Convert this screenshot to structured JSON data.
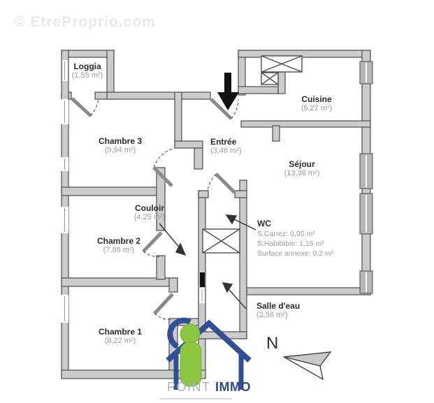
{
  "watermark": "© EtreProprio.com",
  "rooms": [
    {
      "name": "Loggia",
      "area": "(1,55 m²)"
    },
    {
      "name": "Chambre 3",
      "area": "(9,94 m²)"
    },
    {
      "name": "Entrée",
      "area": "(3,46 m²)"
    },
    {
      "name": "Cuisine",
      "area": "(5,27 m²)"
    },
    {
      "name": "Séjour",
      "area": "(13,36 m²)"
    },
    {
      "name": "Couloir",
      "area": "(4,25 m²)"
    },
    {
      "name": "Chambre 2",
      "area": "(7,86 m²)"
    },
    {
      "name": "Chambre 1",
      "area": "(8,22 m²)"
    },
    {
      "name": "Salle d'eau",
      "area": "(2,56 m²)"
    }
  ],
  "wc": {
    "name": "WC",
    "details": [
      "S.Carrez: 0,95 m²",
      "S.Habitable: 1,15 m²",
      "Surface annexe: 0,2 m²"
    ]
  },
  "compass": {
    "label": "N"
  },
  "logo": {
    "brand_light": "POINT",
    "brand_bold": "IMMO"
  },
  "colors": {
    "wall_fill": "#cbcbcb",
    "wall_stroke": "#4d4d4d",
    "entrance_arrow": "#111111",
    "logo_blue": "#2f4f96",
    "logo_green": "#8cc540",
    "watermark_gray": "#e9e9e9"
  }
}
